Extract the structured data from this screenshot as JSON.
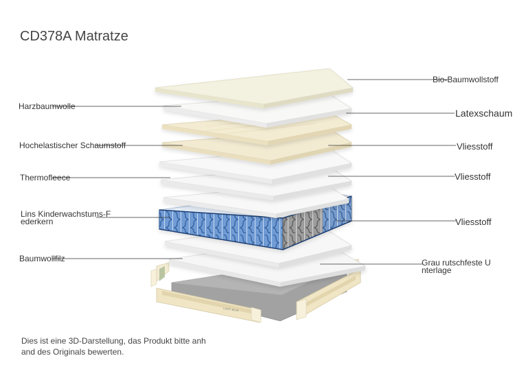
{
  "title": "CD378A Matratze",
  "labels": {
    "bio_baumwollstoff": "Bio-Baumwollstoff",
    "harzbaumwolle": "Harzbaumwolle",
    "latexschaum": "Latexschaum",
    "hochelastischer_schaumstoff": "Hochelastischer Schaumstoff",
    "vliesstoff_1": "Vliesstoff",
    "thermofleece": "Thermofleece",
    "vliesstoff_2": "Vliesstoff",
    "federkern": "Lins Kinderwachstums-F\nederkern",
    "vliesstoff_3": "Vliesstoff",
    "baumwollfilz": "Baumwollfilz",
    "unterlage": "Grau rutschfeste U\nnterlage"
  },
  "base_mark": "LINSY BLVE",
  "note": "Dies ist eine 3D-Darstellung, das Produkt bitte anh\nand des Originals bewerten.",
  "colors": {
    "cotton_top": "#f3f1df",
    "resin_cotton": "#f7f7f4",
    "latex": "#f4ebcf",
    "foam": "#f1e9d0",
    "fleece": "#f7f7f7",
    "spring_blue": "#5b86c2",
    "spring_gray": "#8a8a8a",
    "felt": "#f4f4f4",
    "base_gray": "#9a9a9a",
    "frame_cream": "#efe6c8"
  }
}
